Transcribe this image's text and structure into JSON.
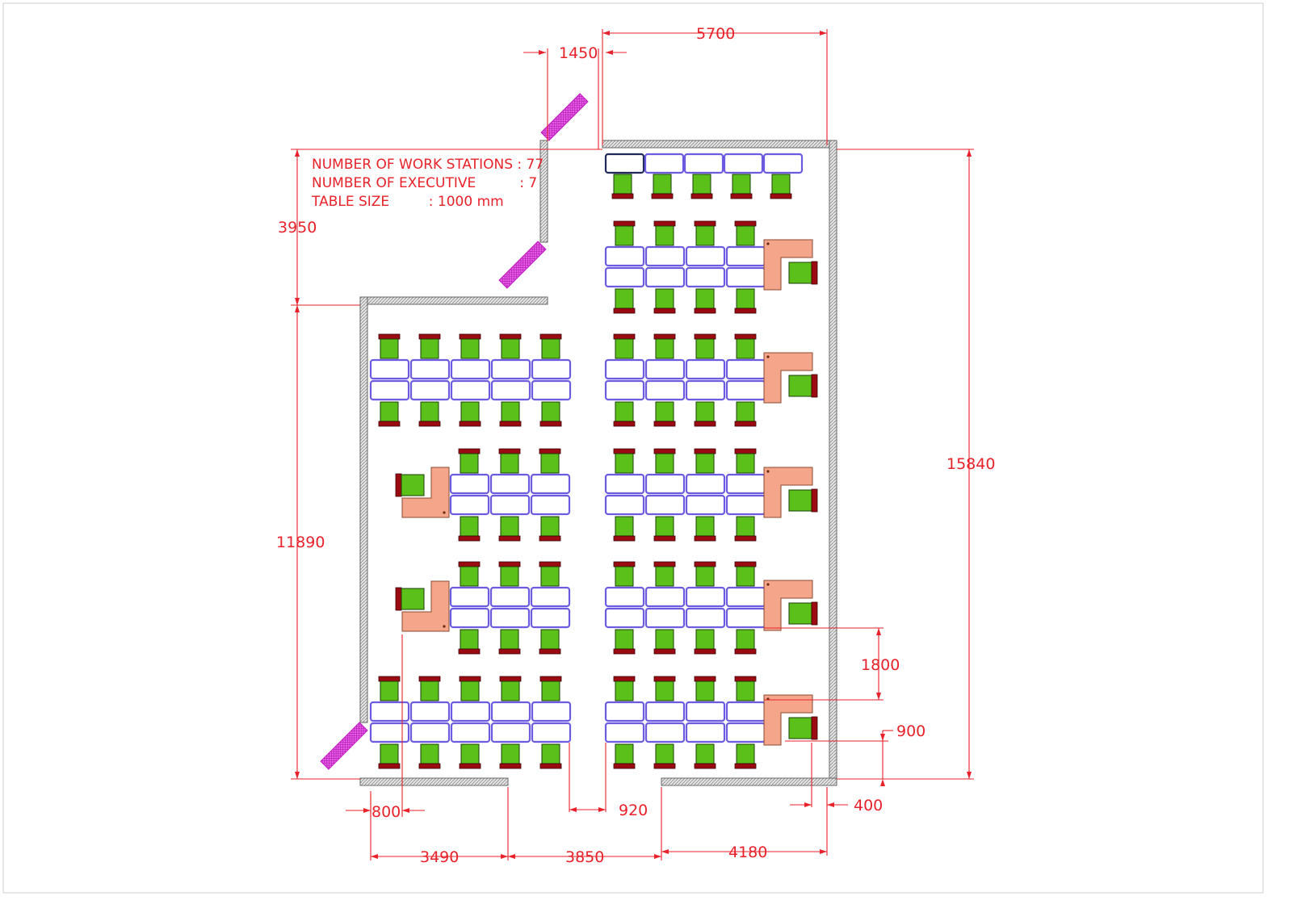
{
  "notes": {
    "work_stations": "NUMBER OF WORK STATIONS : 77",
    "executive": "NUMBER OF EXECUTIVE          : 7",
    "table_size": "TABLE SIZE         : 1000 mm"
  },
  "dimensions": {
    "top_width": "5700",
    "top_offset": "1450",
    "left_upper": "3950",
    "left_lower": "11890",
    "right_total": "15840",
    "right_gap": "1800",
    "right_small": "900",
    "bottom_800": "800",
    "bottom_920": "920",
    "bottom_400": "400",
    "bottom_3490": "3490",
    "bottom_3850": "3850",
    "bottom_4180": "4180"
  },
  "colors": {
    "dimension": "#e8222a",
    "desk_outline": "#6a5be0",
    "chair_seat": "#5cc01a",
    "chair_back": "#9b0a10",
    "executive_desk": "#f4a58a",
    "door": "#e040e0"
  }
}
